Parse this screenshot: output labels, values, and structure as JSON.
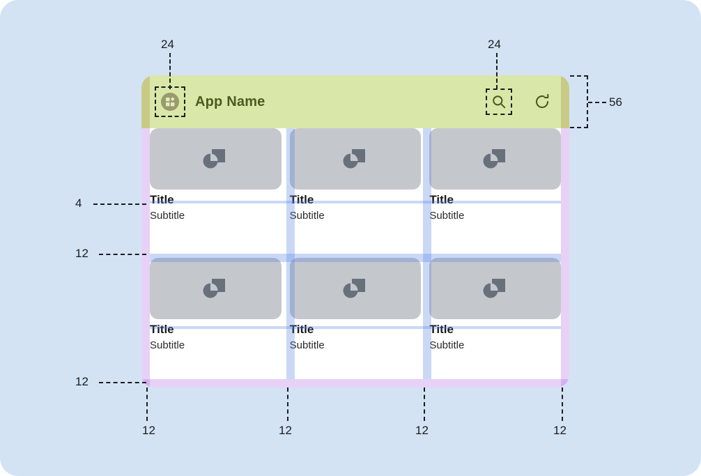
{
  "canvas": {
    "background_color": "#d3e3f4",
    "frame_background": "#ffffff"
  },
  "app_bar": {
    "title": "App Name",
    "background_color": "#d9e8a8",
    "title_color": "#4b5a22",
    "height_label": "56",
    "menu_icon": "app-grid-icon",
    "menu_touch_target_label": "24",
    "search_icon": "search-icon",
    "search_touch_target_label": "24",
    "refresh_icon": "refresh-icon"
  },
  "grid": {
    "gutter_color": "#b9cdf0",
    "padding_color": "#dcc4f0",
    "media_color": "#c4c8cd",
    "cards": [
      {
        "title": "Title",
        "subtitle": "Subtitle",
        "media_icon": "image-placeholder-icon"
      },
      {
        "title": "Title",
        "subtitle": "Subtitle",
        "media_icon": "image-placeholder-icon"
      },
      {
        "title": "Title",
        "subtitle": "Subtitle",
        "media_icon": "image-placeholder-icon"
      },
      {
        "title": "Title",
        "subtitle": "Subtitle",
        "media_icon": "image-placeholder-icon"
      },
      {
        "title": "Title",
        "subtitle": "Subtitle",
        "media_icon": "image-placeholder-icon"
      },
      {
        "title": "Title",
        "subtitle": "Subtitle",
        "media_icon": "image-placeholder-icon"
      }
    ]
  },
  "annotations": {
    "top_left": "24",
    "top_right": "24",
    "right_height": "56",
    "left_media_to_title": "4",
    "left_row_gap": "12",
    "left_bottom_padding": "12",
    "bottom": [
      "12",
      "12",
      "12",
      "12"
    ]
  }
}
